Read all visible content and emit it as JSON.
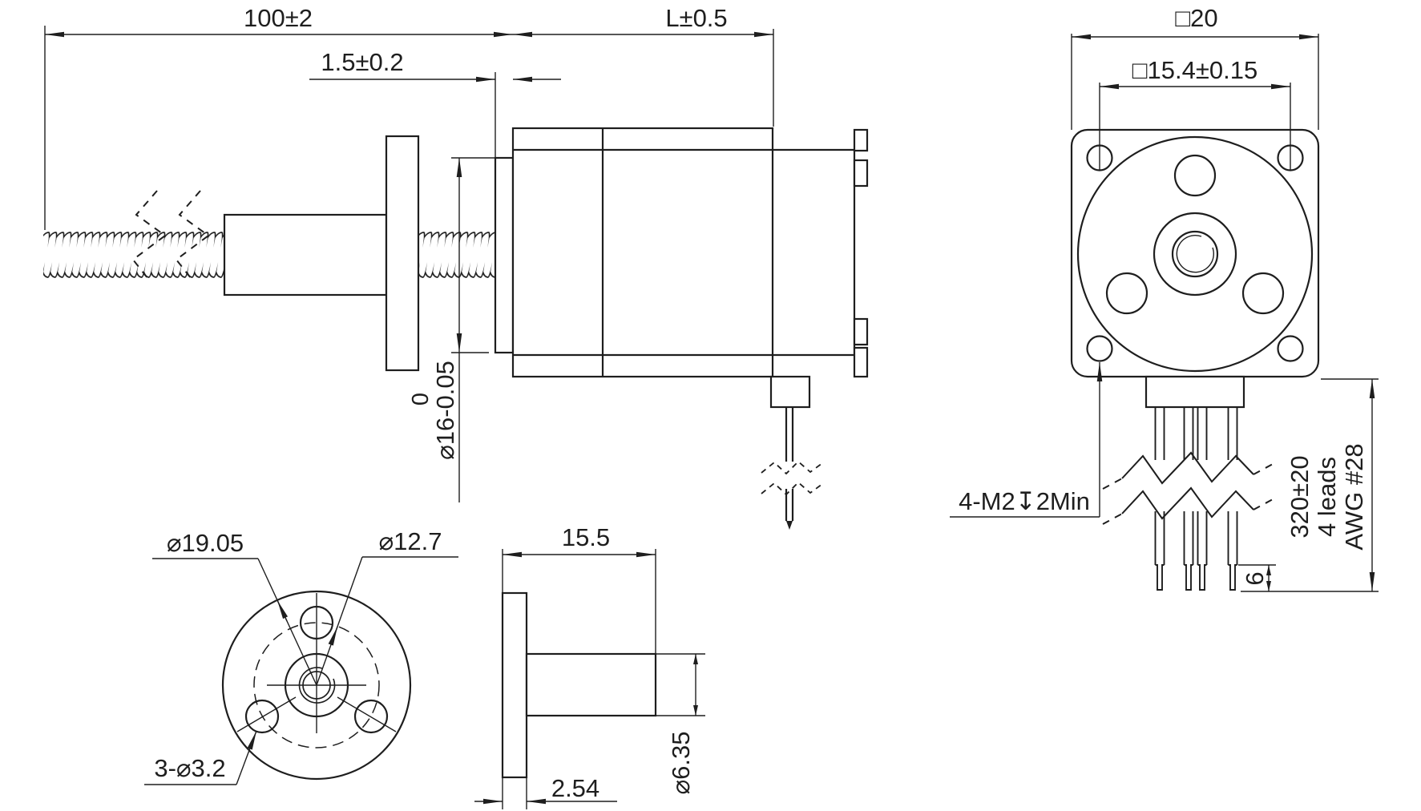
{
  "drawing": {
    "type": "engineering-drawing",
    "subject": "linear stepper motor with lead screw and flanged nut",
    "line_color": "#1e1e1e",
    "background": "#ffffff",
    "views": {
      "side": {
        "label": "motor-side-view",
        "dims": {
          "screw_length": "100±2",
          "pilot_plate_thickness": "1.5±0.2",
          "body_length": "L±0.5",
          "pilot_diameter": "⌀16-0.05",
          "pilot_tol_upper": "0"
        }
      },
      "front": {
        "label": "motor-front-view",
        "dims": {
          "body_size": "□20",
          "mount_hole_spacing": "□15.4±0.15",
          "mount_holes_note": "4-M2↧2Min"
        }
      },
      "leads": {
        "label": "motor-leads",
        "dims": {
          "lead_length": "320±20",
          "lead_count": "4 leads",
          "wire_gauge": "AWG #28",
          "strip_length": "6"
        }
      },
      "nut_face": {
        "label": "nut-flange-face-view",
        "dims": {
          "flange_od": "⌀19.05",
          "bolt_circle": "⌀12.7",
          "mount_holes": "3-⌀3.2"
        }
      },
      "nut_side": {
        "label": "nut-side-view",
        "dims": {
          "overall_length": "15.5",
          "cylinder_od": "⌀6.35",
          "flange_thickness": "2.54"
        }
      }
    }
  }
}
